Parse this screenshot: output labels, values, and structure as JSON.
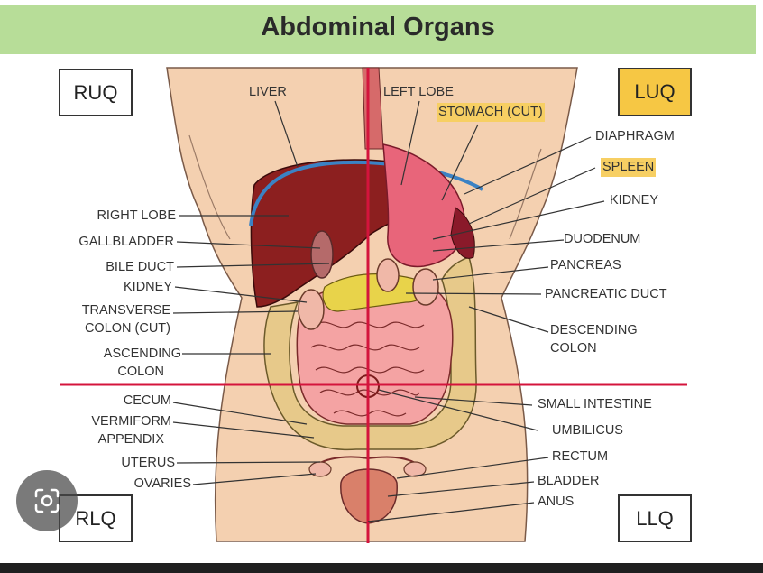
{
  "title": "Abdominal Organs",
  "quadrants": {
    "ruq": "RUQ",
    "luq": "LUQ",
    "rlq": "RLQ",
    "llq": "LLQ"
  },
  "labels_left": {
    "right_lobe": "RIGHT LOBE",
    "gallbladder": "GALLBLADDER",
    "bile_duct": "BILE DUCT",
    "kidney": "KIDNEY",
    "transverse_1": "TRANSVERSE",
    "transverse_2": "COLON (CUT)",
    "ascending_1": "ASCENDING",
    "ascending_2": "COLON",
    "cecum": "CECUM",
    "vermiform_1": "VERMIFORM",
    "vermiform_2": "APPENDIX",
    "uterus": "UTERUS",
    "ovaries": "OVARIES"
  },
  "labels_top": {
    "liver": "LIVER",
    "left_lobe": "LEFT LOBE",
    "stomach": "STOMACH (CUT)"
  },
  "labels_right": {
    "diaphragm": "DIAPHRAGM",
    "spleen": "SPLEEN",
    "kidney": "KIDNEY",
    "duodenum": "DUODENUM",
    "pancreas": "PANCREAS",
    "pancreatic_duct": "PANCREATIC DUCT",
    "descending_1": "DESCENDING",
    "descending_2": "COLON",
    "small_intestine": "SMALL INTESTINE",
    "umbilicus": "UMBILICUS",
    "rectum": "RECTUM",
    "bladder": "BLADDER",
    "anus": "ANUS"
  },
  "colors": {
    "title_bar": "#b7dd98",
    "skin": "#f4d0b0",
    "liver": "#8c1f1f",
    "intestine": "#f4a3a3",
    "colon": "#e7c98a",
    "quadrant_line": "#d4143c",
    "highlight": "#f6c744"
  },
  "icons": [
    "lens-search-icon"
  ]
}
